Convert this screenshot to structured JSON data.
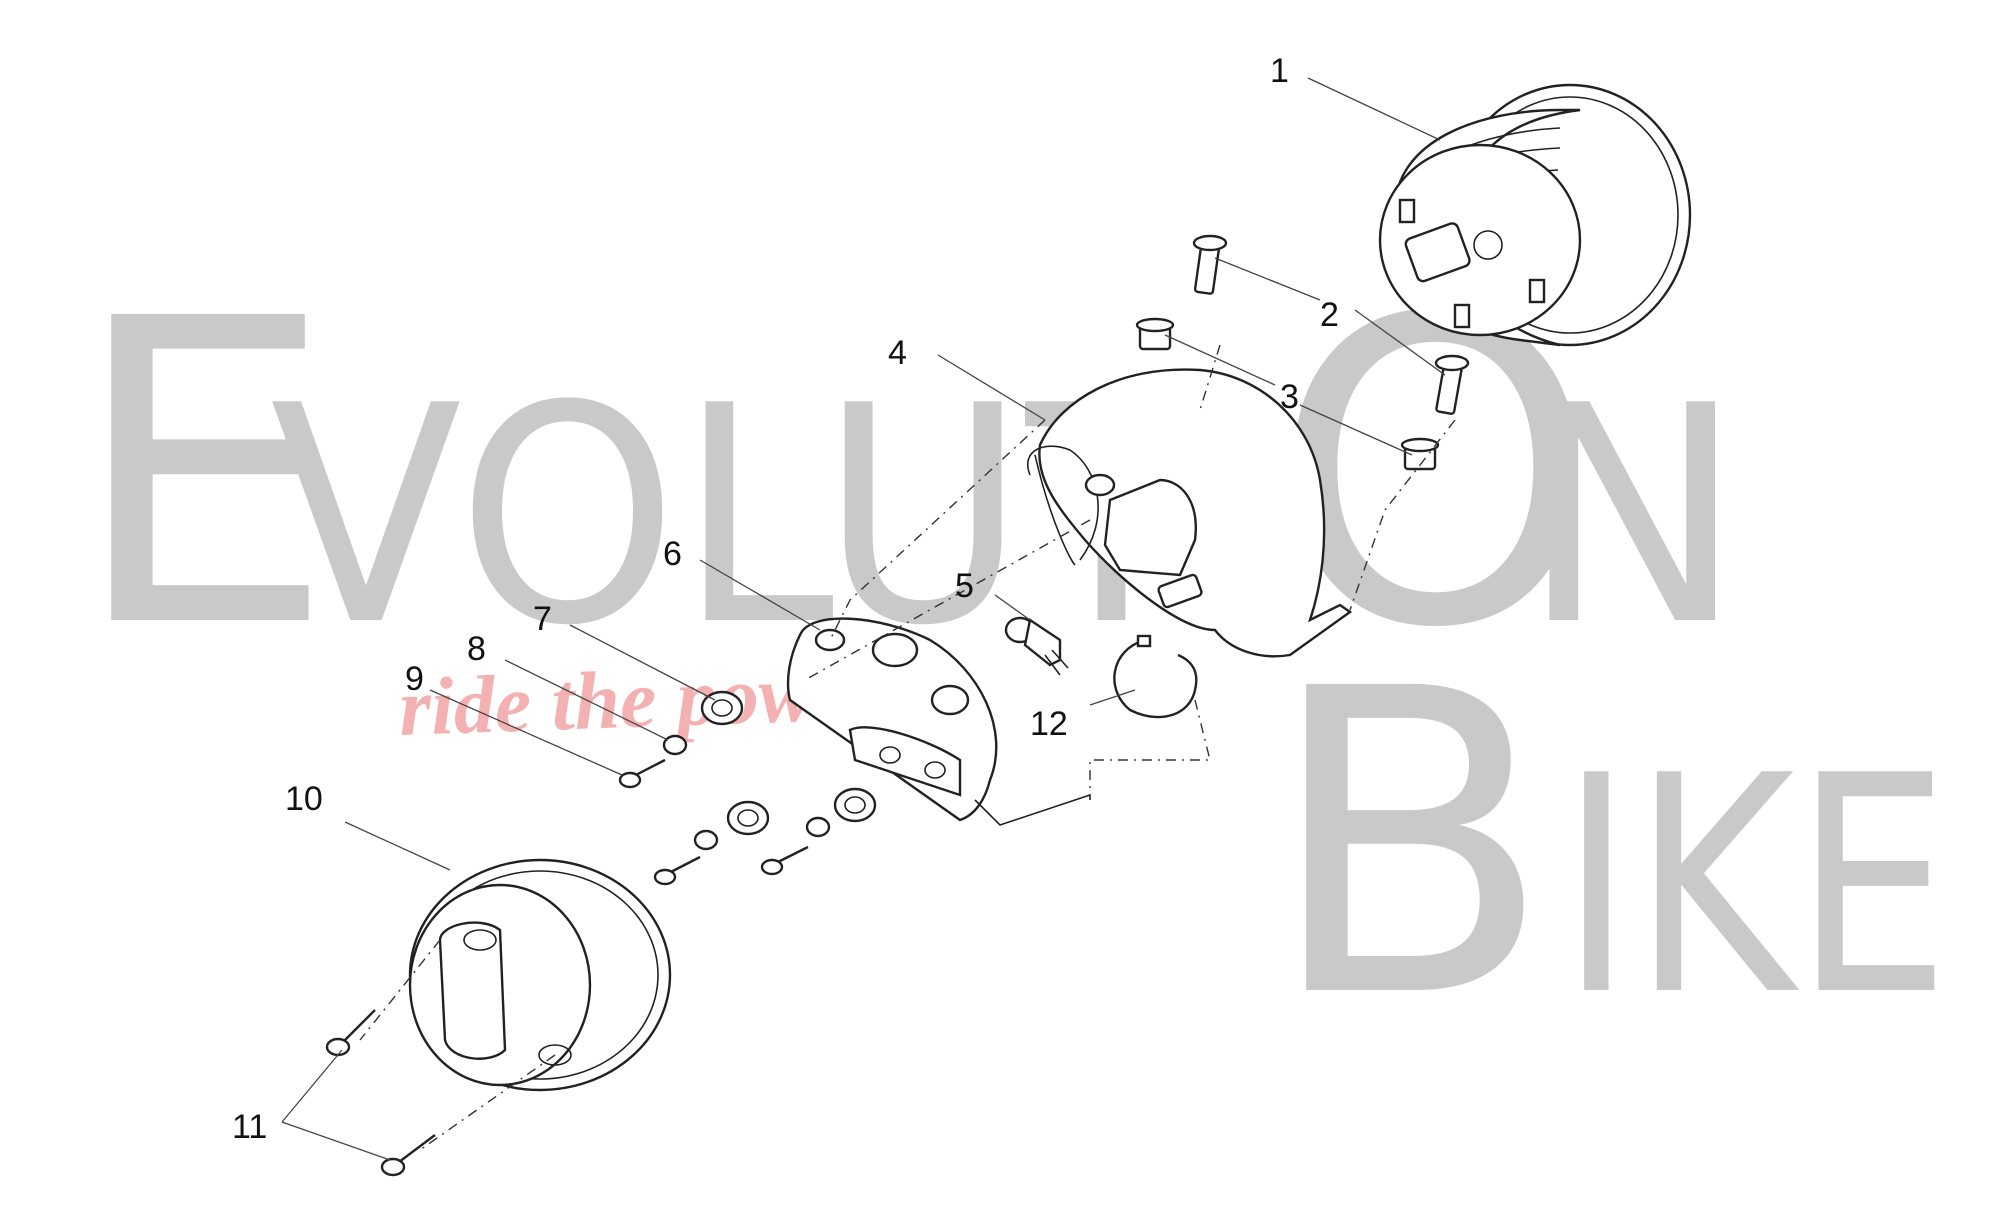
{
  "watermark": {
    "brand_line_1": "EvolutiOn",
    "brand_line_2": "Bike",
    "tagline": "ride the power",
    "colors": {
      "letters": "#c9c9c9",
      "tagline": "#f4b1b1"
    }
  },
  "callouts": [
    {
      "id": "1",
      "label": "1"
    },
    {
      "id": "2",
      "label": "2"
    },
    {
      "id": "3",
      "label": "3"
    },
    {
      "id": "4",
      "label": "4"
    },
    {
      "id": "5",
      "label": "5"
    },
    {
      "id": "6",
      "label": "6"
    },
    {
      "id": "7",
      "label": "7"
    },
    {
      "id": "8",
      "label": "8"
    },
    {
      "id": "9",
      "label": "9"
    },
    {
      "id": "10",
      "label": "10"
    },
    {
      "id": "11",
      "label": "11"
    },
    {
      "id": "12",
      "label": "12"
    }
  ]
}
